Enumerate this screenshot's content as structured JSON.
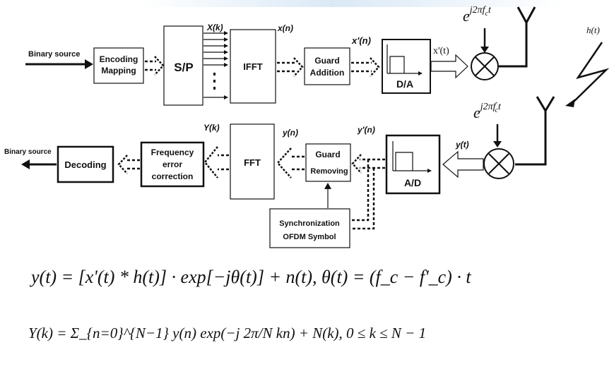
{
  "blocks": {
    "encoding_line1": "Encoding",
    "encoding_line2": "Mapping",
    "sp": "S/P",
    "ifft": "IFFT",
    "guard_add_line1": "Guard",
    "guard_add_line2": "Addition",
    "da": "D/A",
    "decoding": "Decoding",
    "freq_line1": "Frequency",
    "freq_line2": "error",
    "freq_line3": "correction",
    "fft": "FFT",
    "guard_rem_line1": "Guard",
    "guard_rem_line2": "Removing",
    "ad": "A/D",
    "sync_line1": "Synchronization",
    "sync_line2": "OFDM Symbol"
  },
  "labels": {
    "binary_source_in": "Binary source",
    "binary_source_out": "Binary source",
    "Xk": "X(k)",
    "xn": "x(n)",
    "xpn": "x'(n)",
    "xpt": "x'(t)",
    "Yk": "Y(k)",
    "yn": "y(n)",
    "ypn": "y'(n)",
    "yt": "y(t)",
    "ht": "h(t)",
    "tx_osc": "e^{j2πf_c t}",
    "rx_osc": "e^{j2πf'_c t}"
  },
  "equations": {
    "eq1": "y(t) = [x'(t) * h(t)] · exp[−jθ(t)] + n(t),   θ(t) = (f_c − f'_c) · t",
    "eq2": "Y(k) = Σ_{n=0}^{N−1} y(n) exp(−j 2π/N kn) + N(k),        0 ≤ k ≤ N − 1"
  }
}
